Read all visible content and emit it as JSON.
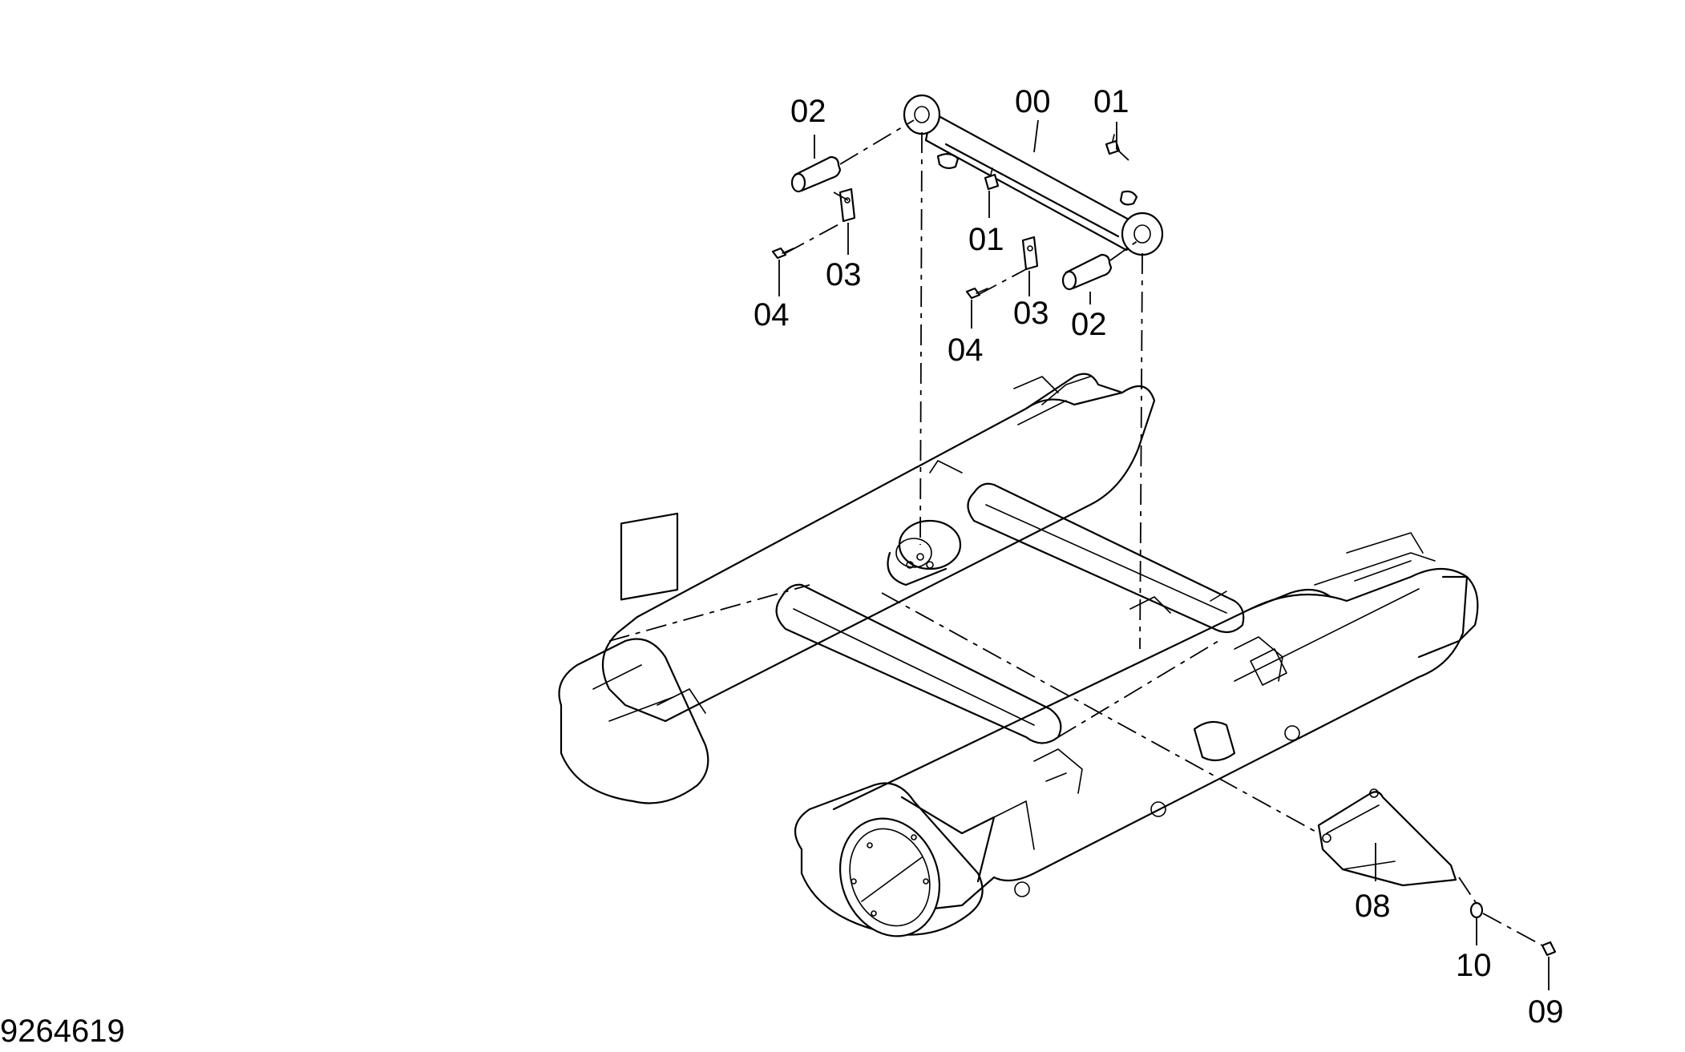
{
  "drawing_number": "9264619",
  "callouts": {
    "c00": "00",
    "c01a": "01",
    "c01b": "01",
    "c02a": "02",
    "c02b": "02",
    "c03a": "03",
    "c03b": "03",
    "c04a": "04",
    "c04b": "04",
    "c08": "08",
    "c09": "09",
    "c10": "10"
  }
}
